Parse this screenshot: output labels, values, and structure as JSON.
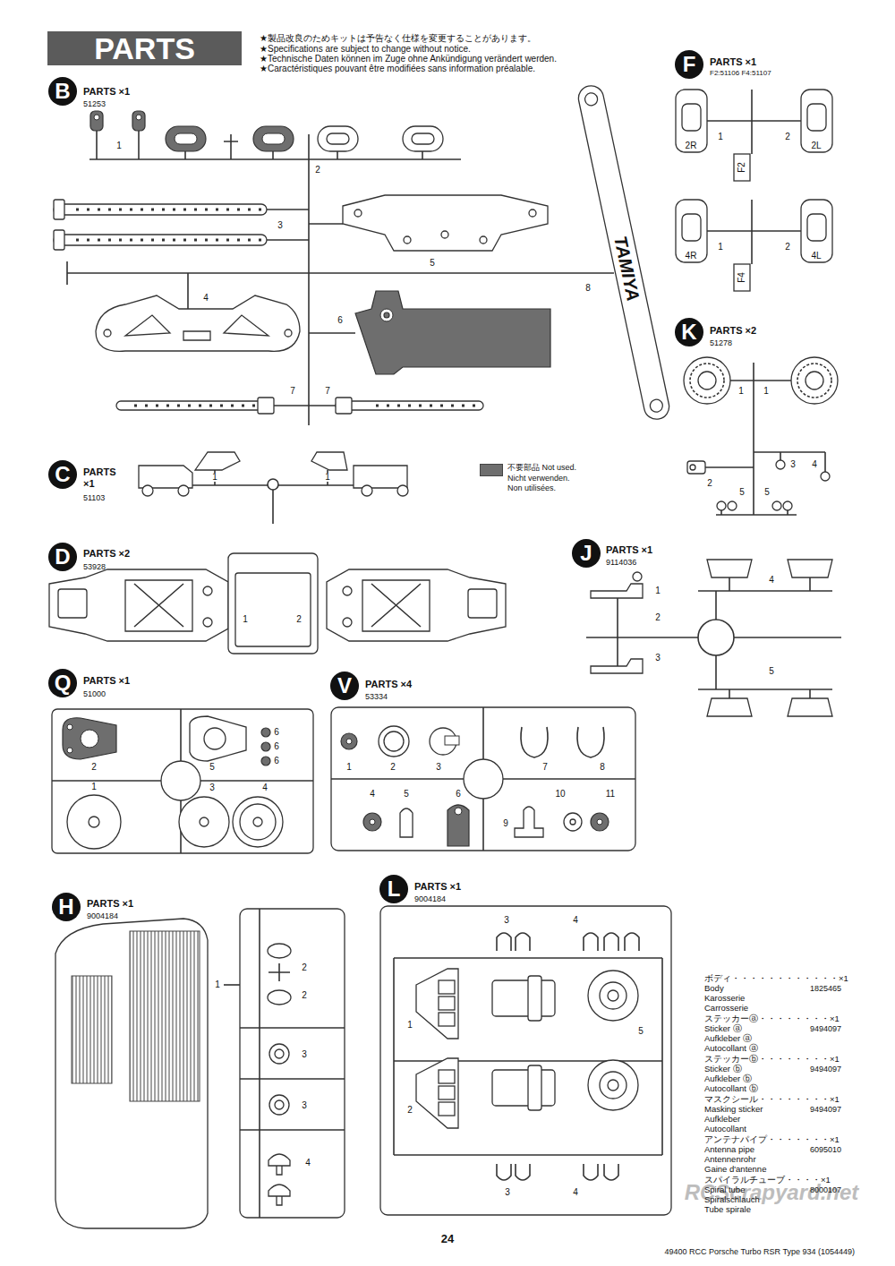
{
  "diagram": {
    "title": "PARTS",
    "nodes": [
      {
        "text": [
          "B"
        ]
      },
      {
        "text": [
          "F"
        ]
      },
      {
        "text": [
          "K"
        ]
      },
      {
        "text": [
          "C"
        ]
      },
      {
        "text": [
          "D"
        ]
      },
      {
        "text": [
          "J"
        ]
      },
      {
        "text": [
          "Q"
        ]
      },
      {
        "text": [
          "V"
        ]
      },
      {
        "text": [
          "H"
        ]
      },
      {
        "text": [
          "L"
        ]
      }
    ],
    "labels": [
      "★製品改良のためキットは予告なく仕様を変更することがあります。",
      "★Specifications are subject to change without notice.",
      "★Technische Daten können im Zuge ohne Ankündigung verändert werden.",
      "★Caractéristiques pouvant être modifiées sans information préalable.",
      "PARTS ×1",
      "51253",
      "1",
      "2",
      "3",
      "4",
      "5",
      "6",
      "7",
      "7",
      "8",
      "TAMIYA",
      "PARTS ×1",
      "F2:51106 F4:51107",
      "1",
      "2",
      "2R",
      "2L",
      "F2",
      "1",
      "2",
      "4R",
      "4L",
      "F4",
      "PARTS ×2",
      "51278",
      "1",
      "1",
      "2",
      "3",
      "4",
      "5",
      "5",
      "PARTS ×1",
      "51103",
      "1",
      "1",
      "PARTS ×2",
      "53928",
      "1",
      "2",
      "PARTS ×1",
      "9114036",
      "1",
      "4",
      "2",
      "3",
      "5",
      "PARTS ×1",
      "51000",
      "2",
      "5",
      "6",
      "6",
      "6",
      "1",
      "3",
      "4",
      "PARTS ×4",
      "53334",
      "1",
      "2",
      "3",
      "7",
      "8",
      "4",
      "5",
      "6",
      "9",
      "10",
      "11",
      "PARTS ×1",
      "9004184",
      "1",
      "2",
      "2",
      "3",
      "3",
      "4",
      "PARTS ×1",
      "9004184",
      "3",
      "4",
      "1",
      "5",
      "2",
      "3",
      "4",
      "ボディ・・・・・・・・・・・・×1",
      "Body",
      "1825465",
      "Karosserie",
      "Carrosserie",
      "ステッカーⓐ・・・・・・・・×1",
      "Sticker ⓐ",
      "9494097",
      "Aufkleber ⓐ",
      "Autocollant ⓐ",
      "ステッカーⓑ・・・・・・・・×1",
      "Sticker ⓑ",
      "9494097",
      "Aufkleber ⓑ",
      "Autocollant ⓑ",
      "マスクシール・・・・・・・・×1",
      "Masking sticker",
      "9494097",
      "Aufkleber",
      "Autocollant",
      "アンテナパイプ・・・・・・・×1",
      "Antenna pipe",
      "6095010",
      "Antennenrohr",
      "Gaine d'antenne",
      "スパイラルチューブ・・・・×1",
      "Spiral tube",
      "8000107",
      "Spiralschlauch",
      "Tube spirale",
      "24",
      "49400 RCC Porsche Turbo RSR Type 934 (1054449)",
      "RCScrapyard.net"
    ],
    "legend": [
      {
        "text": "不要部品 Not used. Nicht verwenden. Non utilisées.",
        "color": "#6e6e6e"
      }
    ]
  }
}
